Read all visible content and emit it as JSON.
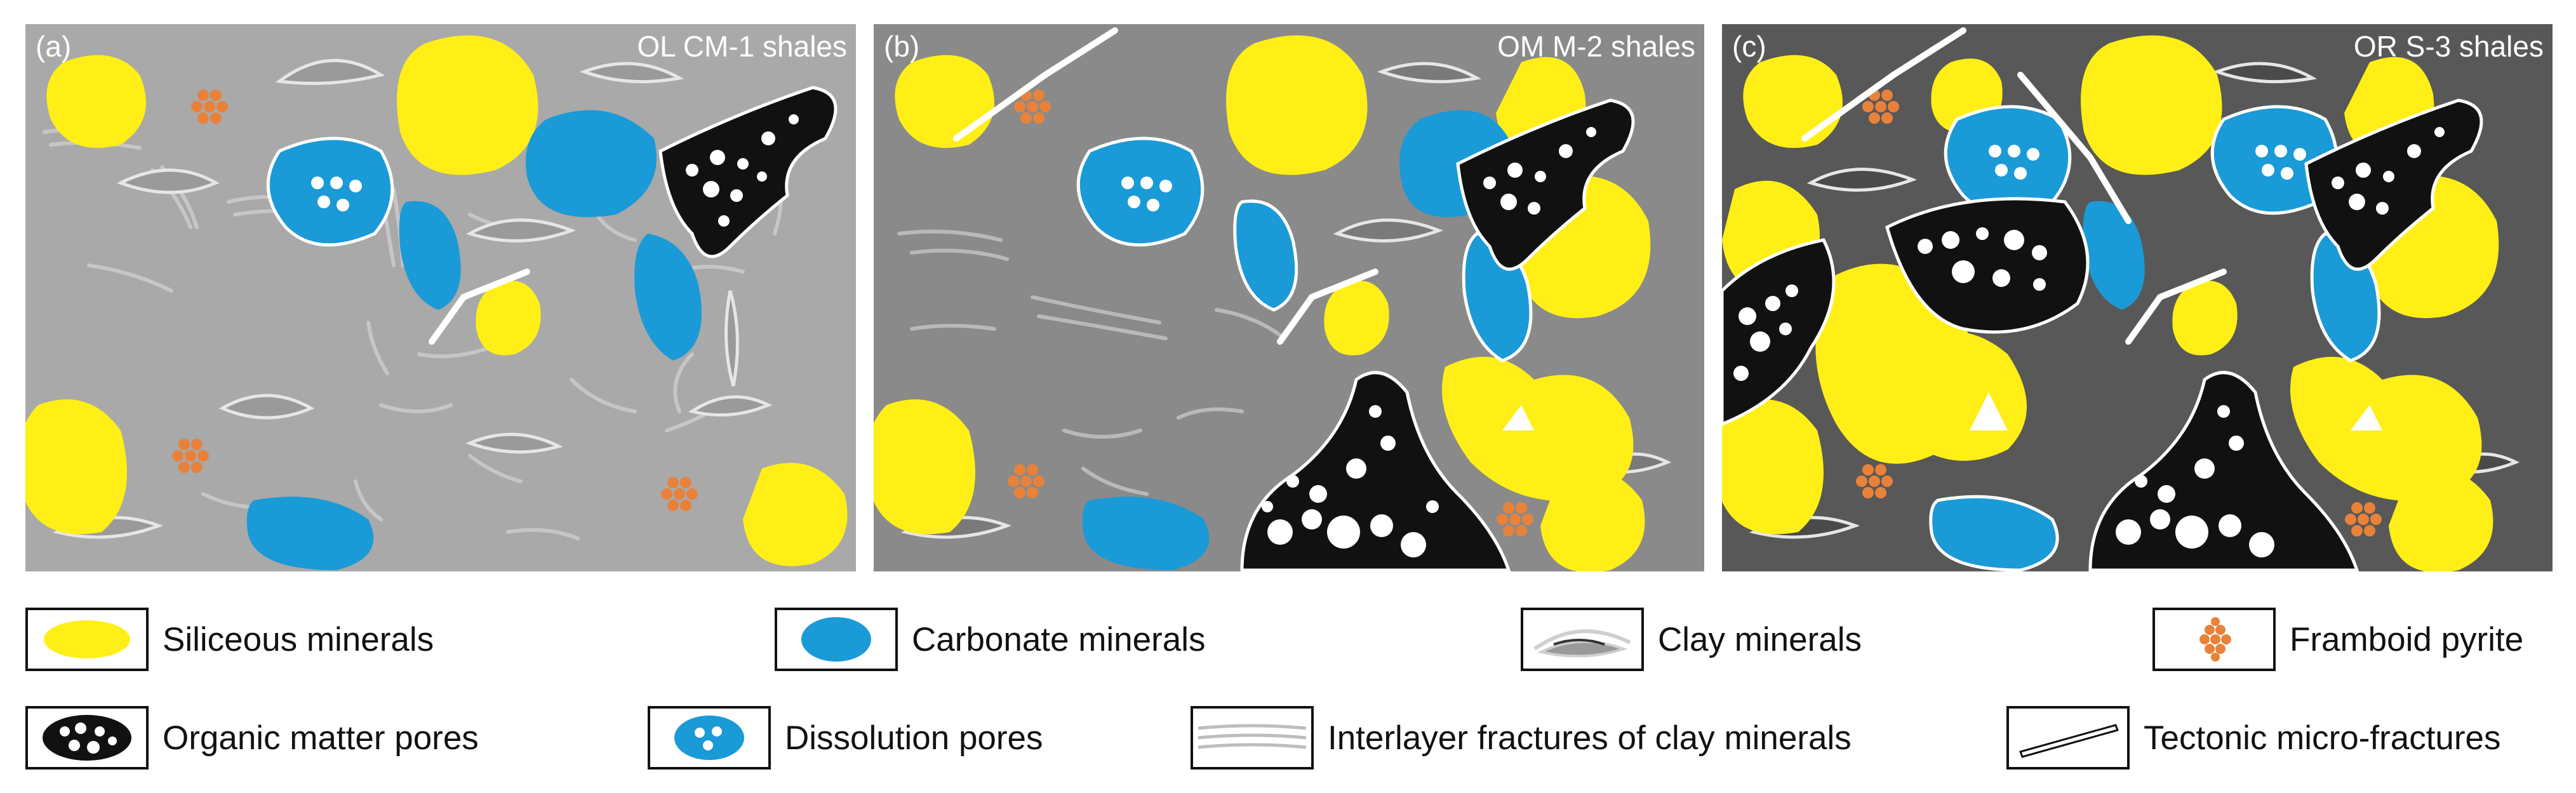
{
  "panels": [
    {
      "letter": "(a)",
      "title": "OL CM-1 shales",
      "bg": "#a9a9a9"
    },
    {
      "letter": "(b)",
      "title": "OM M-2 shales",
      "bg": "#8a8a8a"
    },
    {
      "letter": "(c)",
      "title": "OR S-3 shales",
      "bg": "#585858"
    }
  ],
  "legend": [
    {
      "label": "Siliceous minerals",
      "icon": "siliceous-icon"
    },
    {
      "label": "Carbonate minerals",
      "icon": "carbonate-icon"
    },
    {
      "label": "Clay minerals",
      "icon": "clay-icon"
    },
    {
      "label": "Framboid pyrite",
      "icon": "pyrite-icon"
    },
    {
      "label": "Organic matter pores",
      "icon": "organic-pore-icon"
    },
    {
      "label": "Dissolution pores",
      "icon": "dissolution-pore-icon"
    },
    {
      "label": "Interlayer fractures of clay minerals",
      "icon": "interlayer-fracture-icon"
    },
    {
      "label": "Tectonic micro-fractures",
      "icon": "tectonic-fracture-icon"
    }
  ],
  "colors": {
    "siliceous": "#ffef17",
    "carbonate": "#1a9ad6",
    "organic": "#111111",
    "pyrite": "#e8823a",
    "clay": "#d0d0d0"
  }
}
